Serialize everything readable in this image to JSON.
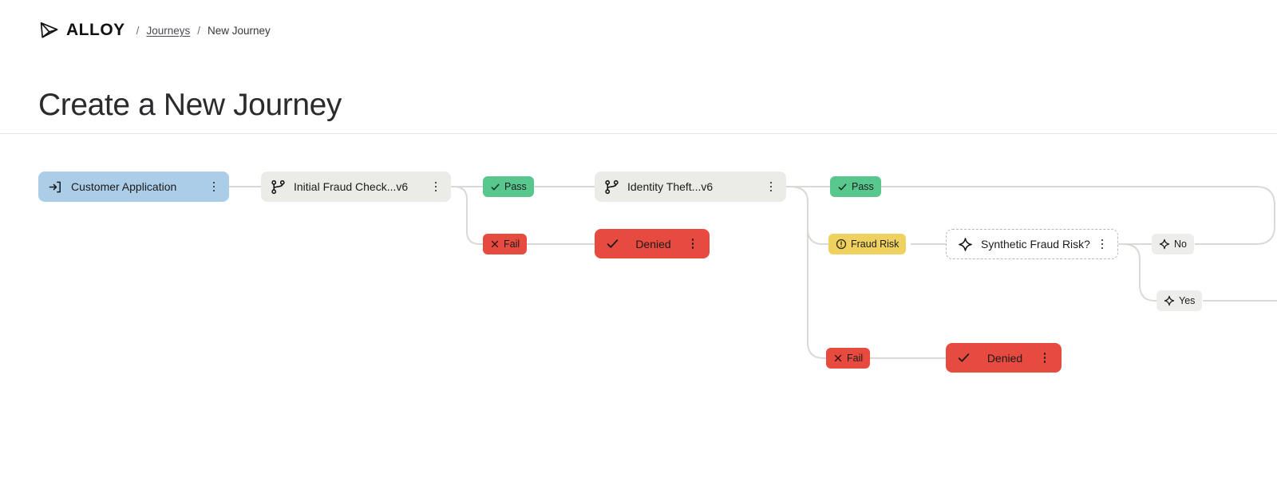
{
  "header": {
    "brand": "ALLOY",
    "breadcrumb": {
      "separator": "/",
      "journeys_link": "Journeys",
      "current": "New Journey"
    },
    "page_title": "Create a New Journey"
  },
  "flow": {
    "nodes": {
      "customer_application": {
        "label": "Customer Application"
      },
      "initial_fraud_check": {
        "label": "Initial Fraud Check...v6"
      },
      "identity_theft": {
        "label": "Identity Theft...v6"
      },
      "synthetic_fraud_risk": {
        "label": "Synthetic Fraud Risk?"
      },
      "denied_top": {
        "label": "Denied"
      },
      "denied_bottom": {
        "label": "Denied"
      }
    },
    "edge_labels": {
      "pass_top": "Pass",
      "pass_right": "Pass",
      "fail_top": "Fail",
      "fail_bottom": "Fail",
      "fraud_risk": "Fraud Risk",
      "no": "No",
      "yes": "Yes"
    }
  },
  "colors": {
    "node_blue": "#accde7",
    "node_gray": "#ebebe8",
    "node_red": "#e74a3f",
    "badge_green": "#58c78e",
    "badge_yellow": "#eed15f",
    "badge_gray": "#ededeb",
    "connector": "#d9d9d6",
    "dashed_border": "#b8b8b4"
  }
}
